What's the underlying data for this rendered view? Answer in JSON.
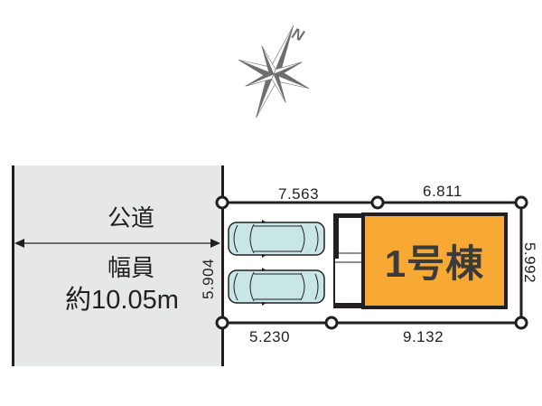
{
  "compass": {
    "label": "N",
    "icon": "compass-rose-icon"
  },
  "road": {
    "name": "公道",
    "width_label": "幅員",
    "width_value": "約10.05m"
  },
  "lot": {
    "top_dims": [
      "7.563",
      "6.811"
    ],
    "bottom_dims": [
      "5.230",
      "9.132"
    ],
    "left_dim": "5.904",
    "right_dim": "5.992"
  },
  "building": {
    "label": "1号棟"
  },
  "parking": {
    "cars": 2
  },
  "colors": {
    "road": "#e6e7e7",
    "building": "#f7a934",
    "car": "#c9e6e6",
    "line": "#231f20",
    "compass": "#6d6e70"
  }
}
